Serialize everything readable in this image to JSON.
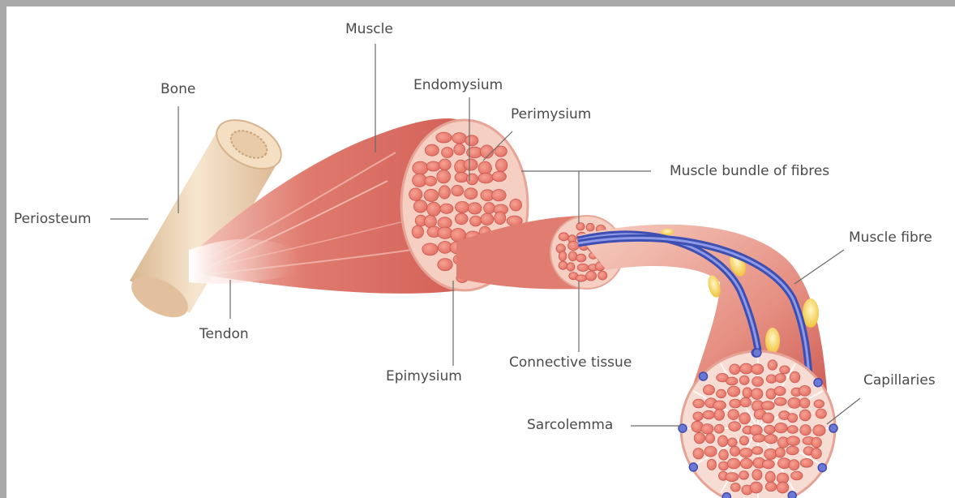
{
  "diagram": {
    "labels": {
      "muscle": "Muscle",
      "bone": "Bone",
      "endomysium": "Endomysium",
      "perimysium": "Perimysium",
      "muscle_bundle": "Muscle bundle of fibres",
      "periosteum": "Periosteum",
      "muscle_fibre": "Muscle fibre",
      "tendon": "Tendon",
      "epimysium": "Epimysium",
      "connective_tissue": "Connective tissue",
      "capillaries": "Capillaries",
      "sarcolemma": "Sarcolemma"
    },
    "colors": {
      "frame": "#a9a9a9",
      "muscle": "#d8665f",
      "muscle_light": "#f3b9ab",
      "bone": "#edd3b2",
      "capillary": "#4e5fc0",
      "fat": "#f3d25a",
      "leader": "#6a6a6a"
    }
  }
}
